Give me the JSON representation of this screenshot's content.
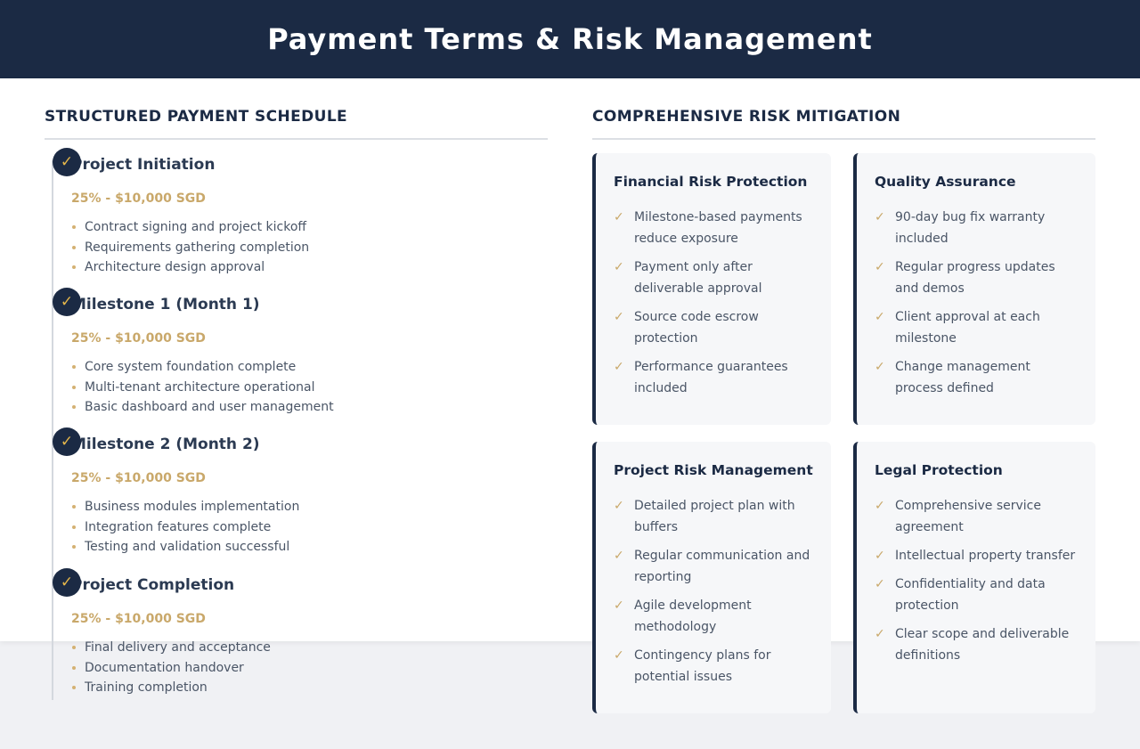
{
  "header": {
    "title": "Payment Terms & Risk Management"
  },
  "payment": {
    "section_title": "STRUCTURED PAYMENT SCHEDULE",
    "check_glyph": "✓",
    "milestones": [
      {
        "title": "Project Initiation",
        "amount": "25% - $10,000 SGD",
        "items": [
          "Contract signing and project kickoff",
          "Requirements gathering completion",
          "Architecture design approval"
        ]
      },
      {
        "title": "Milestone 1 (Month 1)",
        "amount": "25% - $10,000 SGD",
        "items": [
          "Core system foundation complete",
          "Multi-tenant architecture operational",
          "Basic dashboard and user management"
        ]
      },
      {
        "title": "Milestone 2 (Month 2)",
        "amount": "25% - $10,000 SGD",
        "items": [
          "Business modules implementation",
          "Integration features complete",
          "Testing and validation successful"
        ]
      },
      {
        "title": "Project Completion",
        "amount": "25% - $10,000 SGD",
        "items": [
          "Final delivery and acceptance",
          "Documentation handover",
          "Training completion"
        ]
      }
    ]
  },
  "risk": {
    "section_title": "COMPREHENSIVE RISK MITIGATION",
    "check_glyph": "✓",
    "cards": [
      {
        "title": "Financial Risk Protection",
        "items": [
          "Milestone-based payments reduce exposure",
          "Payment only after deliverable approval",
          "Source code escrow protection",
          "Performance guarantees included"
        ]
      },
      {
        "title": "Quality Assurance",
        "items": [
          "90-day bug fix warranty included",
          "Regular progress updates and demos",
          "Client approval at each milestone",
          "Change management process defined"
        ]
      },
      {
        "title": "Project Risk Management",
        "items": [
          "Detailed project plan with buffers",
          "Regular communication and reporting",
          "Agile development methodology",
          "Contingency plans for potential issues"
        ]
      },
      {
        "title": "Legal Protection",
        "items": [
          "Comprehensive service agreement",
          "Intellectual property transfer",
          "Confidentiality and data protection",
          "Clear scope and deliverable definitions"
        ]
      }
    ]
  },
  "colors": {
    "navy": "#1b2a44",
    "gold": "#c9a86a",
    "marker_check": "#e4b64a",
    "page_bg": "#f0f1f4",
    "card_bg": "#f6f7f9"
  }
}
